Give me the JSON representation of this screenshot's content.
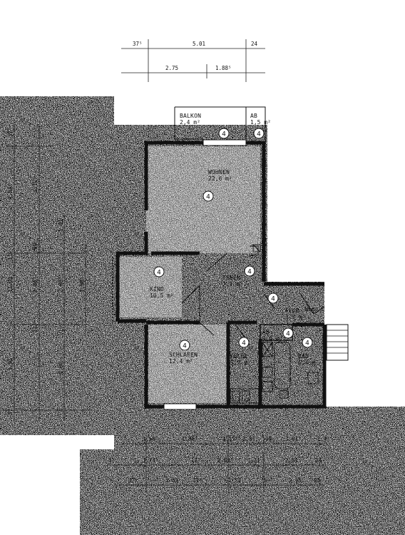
{
  "rooms": [
    {
      "key": "balkon",
      "name": "BALKON",
      "area": "2,4 m²",
      "mark": "4"
    },
    {
      "key": "ab_top",
      "name": "AB",
      "area": "1,5 m²",
      "mark": "4"
    },
    {
      "key": "wohnen",
      "name": "WOHNEN",
      "area": "22,6 m²",
      "mark": "4"
    },
    {
      "key": "kind",
      "name": "KIND",
      "area": "10,5 m²",
      "mark": "4"
    },
    {
      "key": "essen",
      "name": "ESSEN",
      "area": "7,1 m²",
      "mark": "4"
    },
    {
      "key": "flur",
      "name": "FLUR",
      "area": "3,7 m²",
      "mark": "4"
    },
    {
      "key": "ab_small",
      "name": "AB",
      "area": "1,0 m²",
      "mark": "4"
    },
    {
      "key": "schlafen",
      "name": "SCHLAFEN",
      "area": "12,4 m²",
      "mark": "4"
    },
    {
      "key": "kueche",
      "name": "KÜCHE",
      "area": "5,9 m²",
      "mark": "4"
    },
    {
      "key": "bad",
      "name": "BAD",
      "area": "6,4 m²",
      "mark": "4"
    }
  ],
  "dims": {
    "top1": [
      "37⁵",
      "5.01",
      "24"
    ],
    "top2": [
      "2.75",
      "1.88⁵"
    ],
    "left_outer": [
      "37⁵",
      "4.63⁵",
      "11⁵",
      "12.01",
      "3.51",
      "37⁵"
    ],
    "left_mid": [
      "3.12⁵",
      "99",
      "2.88⁵",
      "11⁵"
    ],
    "left_inner": [
      "1.01",
      "2.88⁵",
      "1⁵",
      "4.00"
    ],
    "left_inner2": [
      "1.88⁵"
    ],
    "bottom1": [
      "1.50",
      "1.88⁵",
      "1.11⁵",
      "1.01",
      "99",
      "1.01",
      "1.4"
    ],
    "bottom2": [
      "1⁵",
      "3.74⁵",
      "11⁵",
      "2.63⁵",
      "24",
      "2.51",
      "24"
    ],
    "bottom3": [
      "37⁵",
      "3.63⁵",
      "11⁵",
      "1.51",
      "5",
      "2.05",
      "24"
    ]
  },
  "annotations": {
    "wc_label": "Wbg. L"
  }
}
